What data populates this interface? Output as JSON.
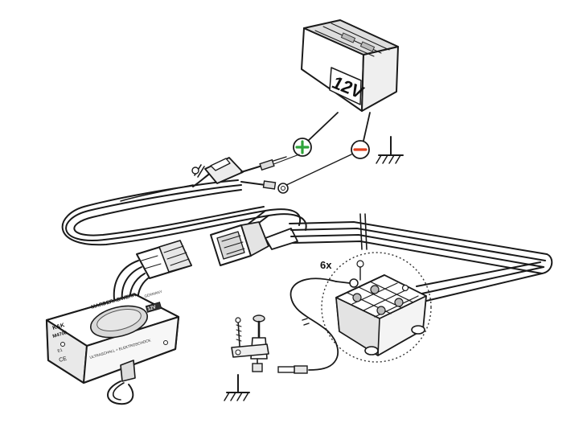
{
  "battery": {
    "label": "12V"
  },
  "terminals": {
    "plus_symbol": "+",
    "minus_symbol": "−"
  },
  "module": {
    "title": "MARDERABWEHR",
    "origin": "GERMANY",
    "brand": "K&K",
    "model": "M4700",
    "voltage": "12V",
    "subtitle": "ULTRASCHALL + ELEKTROSCHOCK",
    "ce": "CE",
    "cert": "E1"
  },
  "contact_plates": {
    "count_label": "6x"
  },
  "colors": {
    "plus": "#2fa43a",
    "minus": "#e0401e",
    "line": "#1a1a1a",
    "light_fill": "#e9e9e9",
    "mid_fill": "#cfcfcf"
  },
  "icons": [
    "battery-icon",
    "ground-icon",
    "plus-terminal-icon",
    "minus-terminal-icon",
    "screw-icon",
    "fuse-holder-icon"
  ]
}
